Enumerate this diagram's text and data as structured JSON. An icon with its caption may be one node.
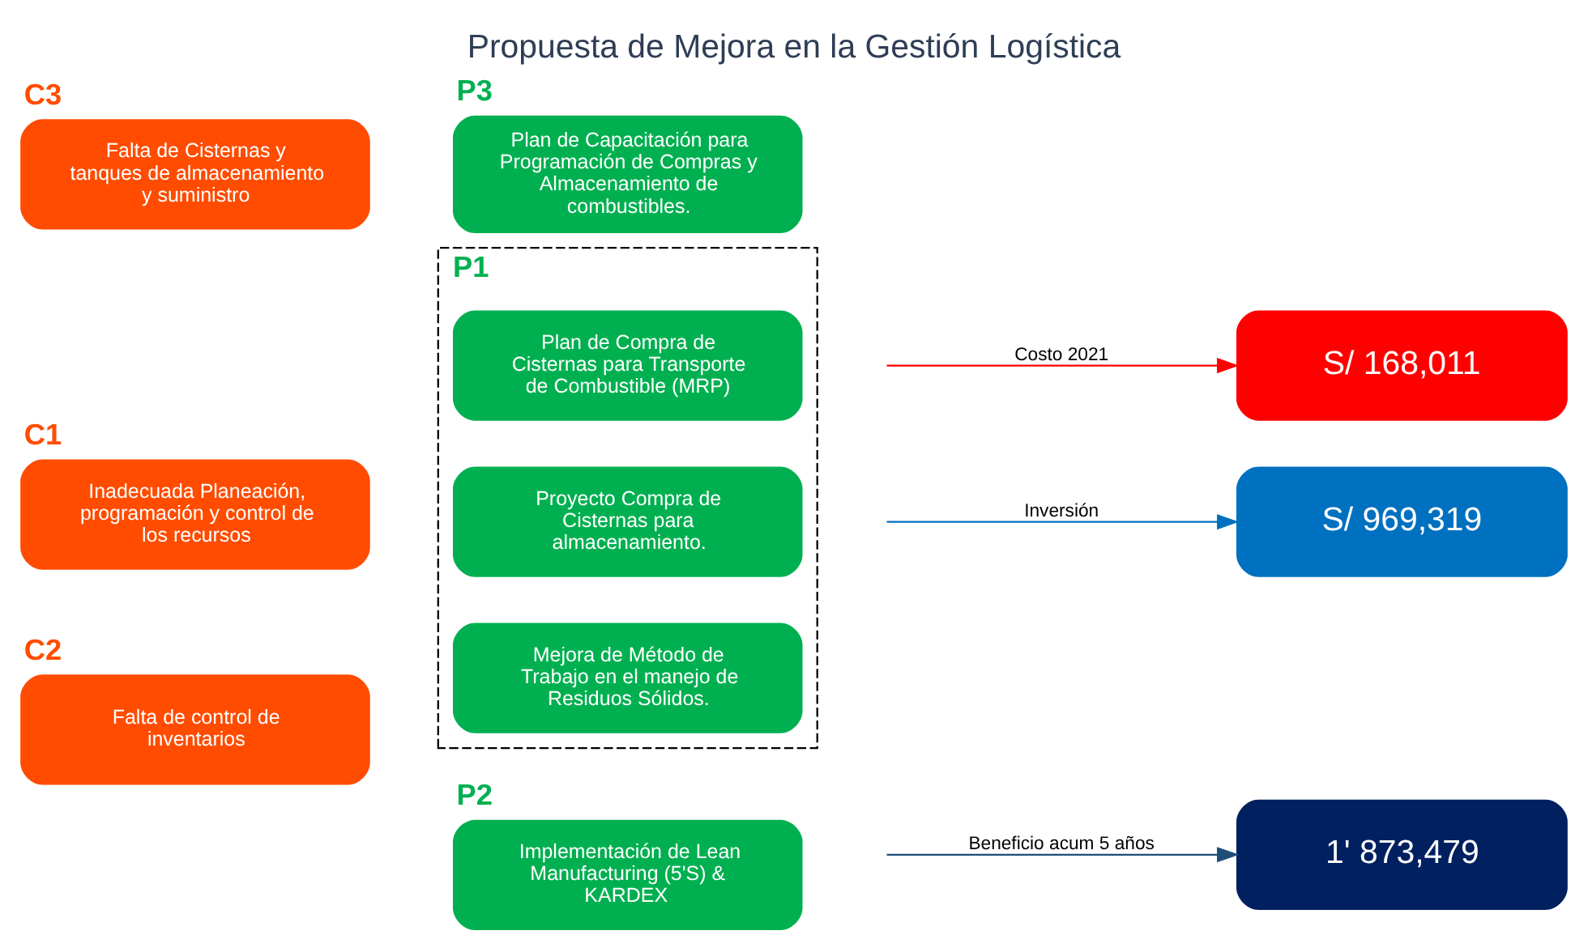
{
  "diagram": {
    "title": "Propuesta de Mejora en la Gestión Logística",
    "nodes": [
      {
        "text": [
          "C1",
          "Inadecuada Planeación, programación y control de los recursos"
        ]
      },
      {
        "text": [
          "C2",
          "Falta de control de inventarios"
        ]
      },
      {
        "text": [
          "C3",
          "Falta de Cisternas y tanques de almacenamiento y suministro"
        ]
      },
      {
        "text": [
          "P1"
        ]
      },
      {
        "text": [
          "Plan de Compra de Cisternas para Transporte de Combustible (MRP)"
        ],
        "in": 3
      },
      {
        "text": [
          "Proyecto Compra de Cisternas para almacenamiento."
        ],
        "in": 3
      },
      {
        "text": [
          "Mejora de Método de Trabajo en el manejo de Residuos Sólidos."
        ],
        "in": 3
      },
      {
        "text": [
          "P2",
          "Implementación de Lean Manufacturing (5'S) & KARDEX"
        ]
      },
      {
        "text": [
          "P3",
          "Plan de Capacitación para Programación de Compras y Almacenamiento de combustibles."
        ]
      },
      {
        "text": [
          "S/ 168,011"
        ]
      },
      {
        "text": [
          "S/ 969,319"
        ]
      },
      {
        "text": [
          "1' 873,479"
        ]
      }
    ],
    "edges": [
      {
        "from": null,
        "to": 9,
        "arrow": "to",
        "label": "Costo 2021",
        "color": "#ff0000"
      },
      {
        "from": null,
        "to": 10,
        "arrow": "to",
        "label": "Inversión",
        "color": "#0070c0"
      },
      {
        "from": null,
        "to": 11,
        "arrow": "to",
        "label": "Beneficio acum 5 años",
        "color": "#1f4e79"
      }
    ]
  }
}
